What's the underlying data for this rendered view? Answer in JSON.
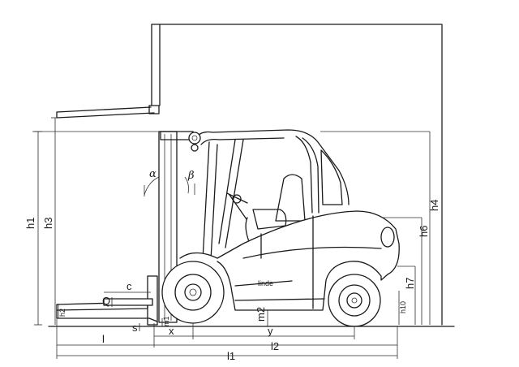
{
  "dimension_labels": {
    "h1": "h1",
    "h2": "h2",
    "h3": "h3",
    "h4": "h4",
    "h6": "h6",
    "h7": "h7",
    "h10": "h10",
    "l": "l",
    "l1": "l1",
    "l2": "l2",
    "x": "x",
    "y": "y",
    "c": "c",
    "Q": "Q",
    "s": "s",
    "m1": "m1",
    "m2": "m2",
    "alpha": "α",
    "beta": "β"
  },
  "colors": {
    "line": "#1a1a1a",
    "background": "#ffffff"
  }
}
